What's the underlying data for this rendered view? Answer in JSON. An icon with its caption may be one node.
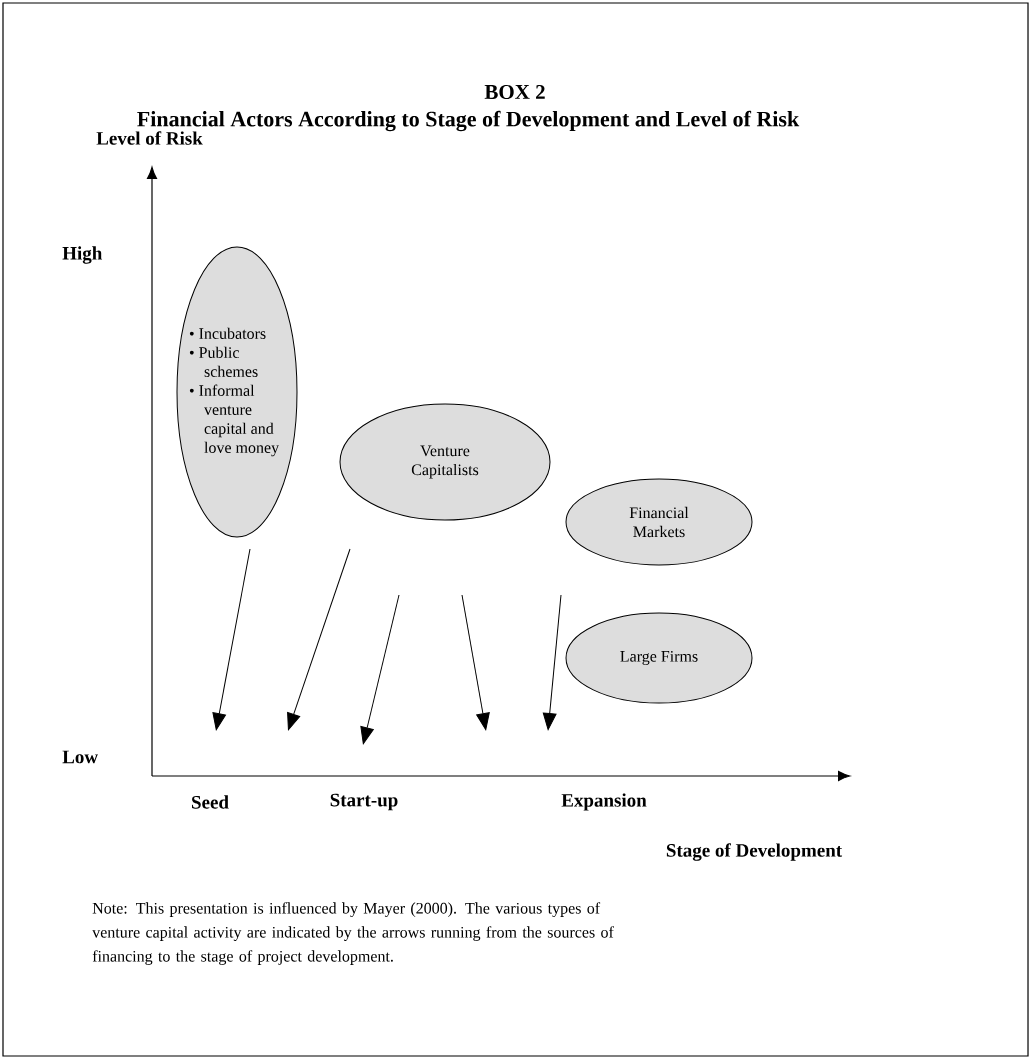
{
  "diagram": {
    "title": "BOX 2",
    "caption": "Note: This presentation is influenced by Mayer (2000). The various types of venture capital activity are indicated by the arrows running from the sources of financing to the stage of project development.",
    "nodes": [
      {
        "text": [
          "• Incubators",
          "• Public schemes",
          "• Informal venture capital and love money"
        ]
      },
      {
        "text": [
          "Venture Capitalists"
        ]
      },
      {
        "text": [
          "Financial Markets"
        ]
      },
      {
        "text": [
          "Large Firms"
        ]
      }
    ],
    "labels": [
      "Financial Actors According to Stage of Development and Level of Risk",
      "Level of Risk",
      "High",
      "Low",
      "Seed",
      "Start-up",
      "Expansion",
      "Stage of Development"
    ]
  }
}
